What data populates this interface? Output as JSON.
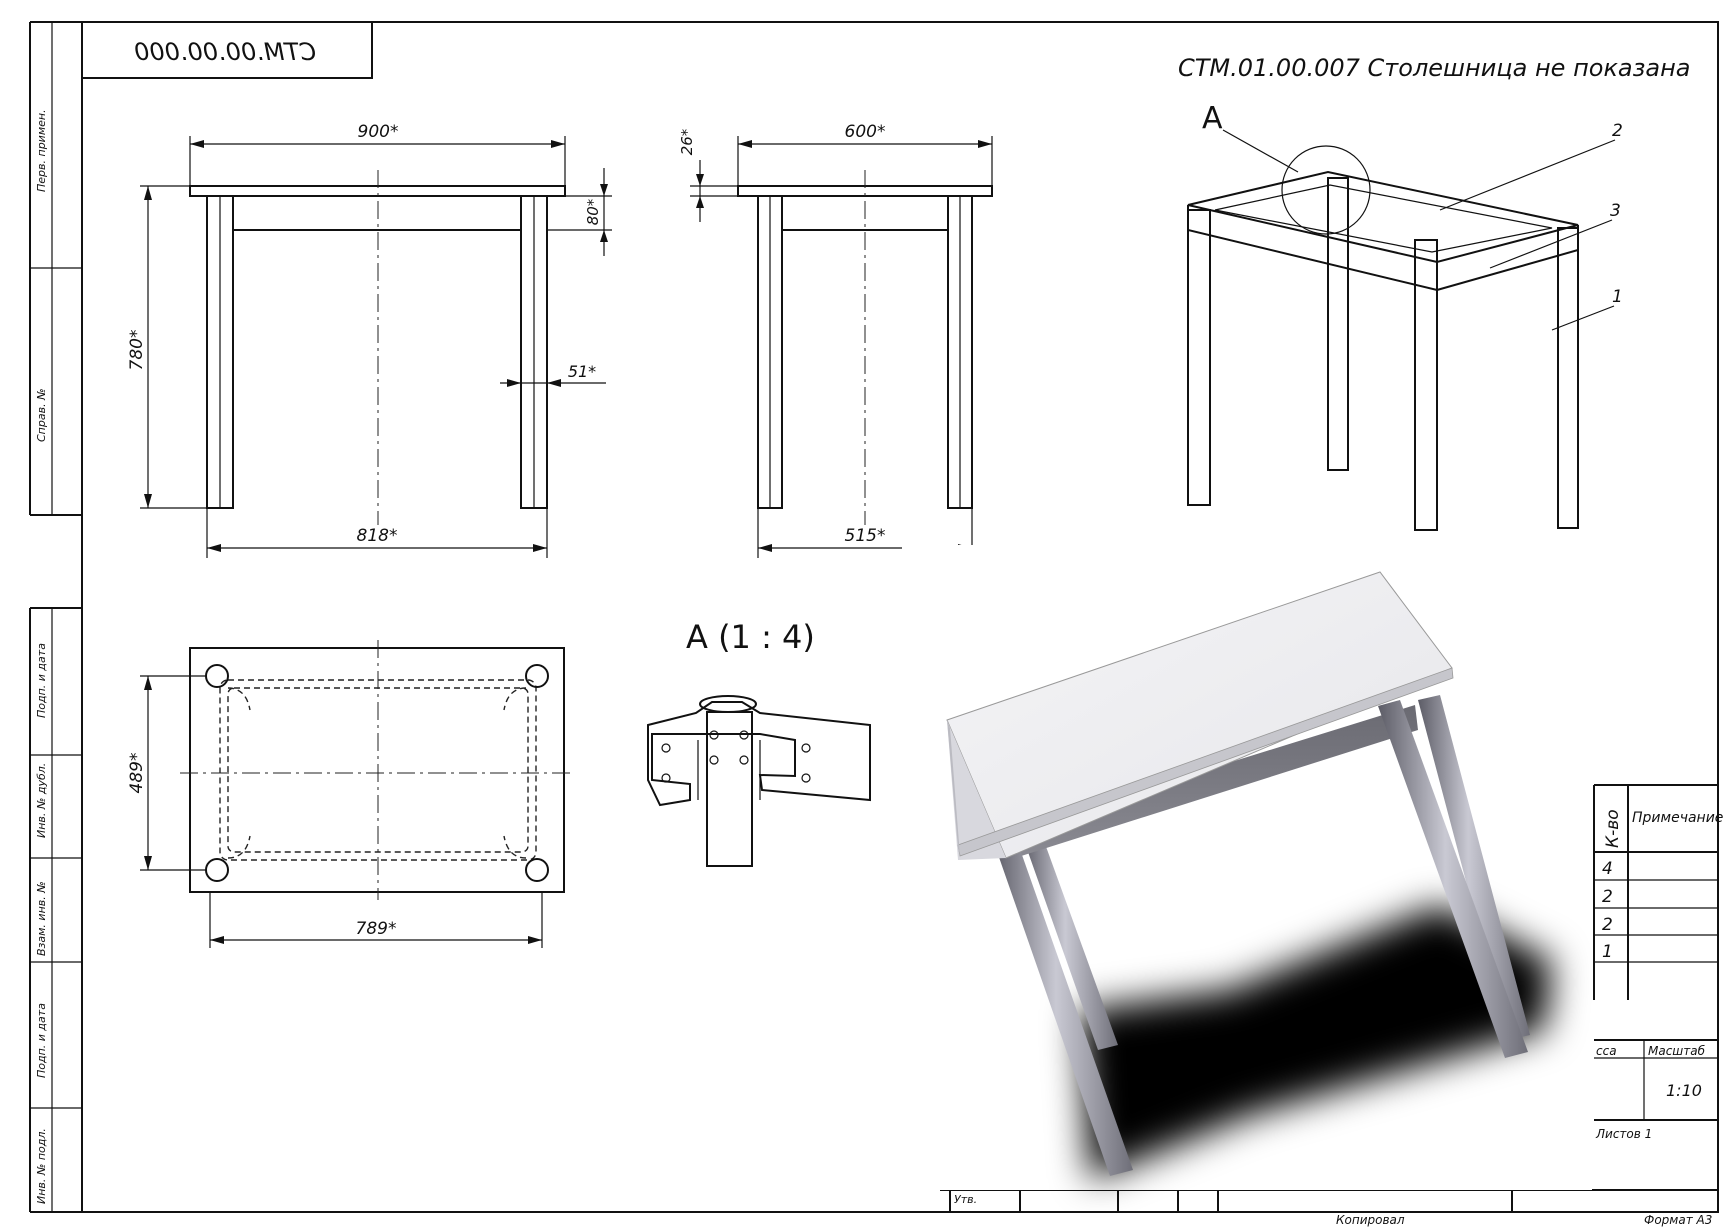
{
  "document": {
    "code_mirrored": "CTM.00.00.000",
    "title": "СТМ.01.00.007 Столешница не показана"
  },
  "side_labels": {
    "perv_primen": "Перв. примен.",
    "sprav_no": "Справ. №",
    "podp_data_1": "Подп. и дата",
    "inv_dubl": "Инв. № дубл.",
    "vzam_inv": "Взам. инв. №",
    "podp_data_2": "Подп. и дата",
    "inv_podl": "Инв. № подл."
  },
  "front_view": {
    "width": "900*",
    "height": "780*",
    "apron": "80*",
    "leg": "51*",
    "legs_span": "818*"
  },
  "side_view": {
    "width": "600*",
    "top_thickness": "26*",
    "legs_span": "515*"
  },
  "top_view": {
    "depth": "489*",
    "width": "789*"
  },
  "detail": {
    "label": "А (1 : 4)"
  },
  "isometric": {
    "callout": "А",
    "positions": [
      "2",
      "3",
      "1"
    ]
  },
  "spec_table": {
    "col_qty": "К-во",
    "col_note": "Примечание",
    "quantities": [
      "4",
      "2",
      "2",
      "1"
    ]
  },
  "title_block": {
    "massa_partial": "сса",
    "masshtab": "Масштаб",
    "scale": "1:10",
    "listov": "Листов 1",
    "utv": "Утв.",
    "kopiroval": "Копировал",
    "format": "Формат А3"
  },
  "colors": {
    "line": "#111111",
    "paper": "#ffffff",
    "shadow": "#000000",
    "metal_light": "#c9c9d3",
    "metal_dark": "#5c5c66"
  }
}
